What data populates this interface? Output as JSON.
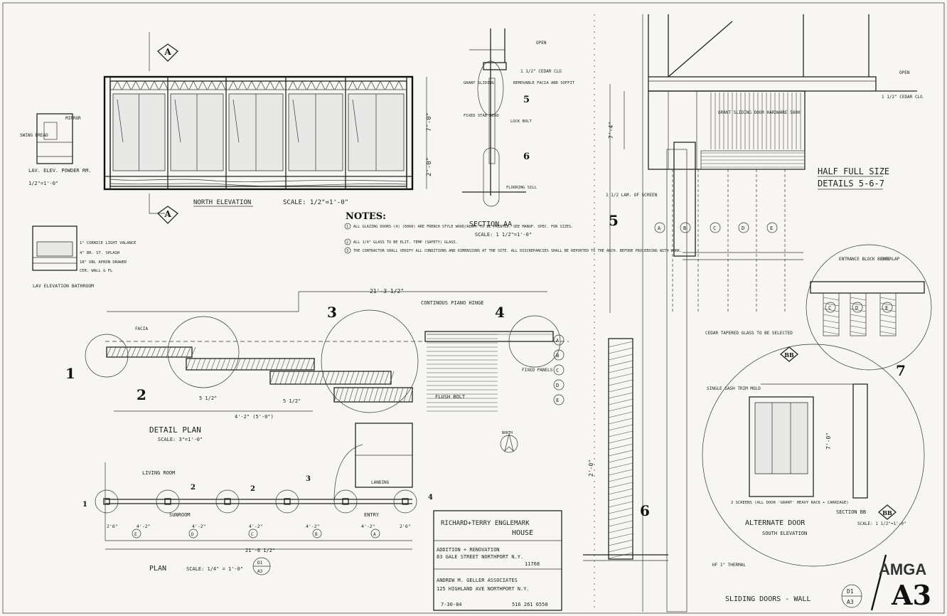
{
  "notes": {
    "heading": "NOTES:",
    "items": [
      "ALL GLAZING DOORS (4) (6060) ARE FRENCH STYLE WOOD/ALUM. TO BE PAINTED. SEE MANUF. SPEC. FOR SIZES.",
      "ALL 1/4\" GLASS TO BE ELIT. TEMP (SAFETY) GLASS.",
      "THE CONTRACTOR SHALL VERIFY ALL CONDITIONS AND DIMENSIONS AT THE SITE. ALL DISCREPANCIES SHALL BE REPORTED TO THE ARCH. BEFORE PROCEEDING WITH WORK."
    ]
  },
  "north_elevation": {
    "title": "NORTH ELEVATION",
    "scale": "SCALE: 1/2\"=1'-0\"",
    "marker": "A",
    "height_dim": "7'-0\"",
    "sill_dim": "2'-0\""
  },
  "powder_room": {
    "title": "LAV. ELEV. POWDER RM.",
    "scale": "1/2\"=1'-0\"",
    "labels": [
      "MIRROR",
      "SWING BREAD"
    ]
  },
  "bathroom": {
    "title": "LAV ELEVATION BATHROOM",
    "labels": [
      "1\" CORNICE LIGHT VALANCE",
      "4\" BR. ST. SPLASH",
      "18\" DBL APRON DRAWER",
      "CER. WALL & FL"
    ]
  },
  "section_aa": {
    "title": "SECTION AA",
    "scale": "SCALE: 1 1/2\"=1'-0\"",
    "callouts": [
      "5",
      "6"
    ],
    "labels": [
      "OPEN",
      "1 1/2\" CEDAR CLG",
      "REMOVABLE FACIA AND SOFFIT",
      "GRANT SLIDING",
      "FIXED STAB BEAD",
      "LOCK BOLT",
      "FLOORING SILL"
    ]
  },
  "half_full_size": {
    "title": "HALF FULL SIZE",
    "subtitle": "DETAILS 5-6-7",
    "callouts": [
      "5",
      "6",
      "7"
    ],
    "grid_letters": [
      "A",
      "B",
      "C",
      "D",
      "E"
    ],
    "labels": [
      "GRANT SLIDING DOOR HARDWARE 5800",
      "OPEN",
      "1 1/2\" CEDAR CLG",
      "CEDAR TAPERED GLASS TO BE SELECTED",
      "SINGLE SASH TRIM MOLD",
      "ENTRANCE BLOCK BEVEL",
      "OVERLAP",
      "HF 1\" THERMAL",
      "1 1/2 LAM. OF SCREEN"
    ],
    "height_dim": "7'-4\"",
    "bottom_dim": "2'-0\""
  },
  "detail_plan": {
    "title": "DETAIL PLAN",
    "scale": "SCALE: 3\"=1'-0\"",
    "overall_dim": "21'-3 1/2\"",
    "callouts": [
      "1",
      "2",
      "3",
      "4"
    ],
    "labels": [
      "CONTINOUS PIANO HINGE",
      "FLUSH BOLT",
      "FACIA",
      "FIXED PANELS"
    ],
    "grid_letters": [
      "A",
      "B",
      "C",
      "D",
      "E"
    ],
    "dims": [
      "4'-2\" (5'-0\")",
      "5 1/2\"",
      "5 1/2\""
    ]
  },
  "plan": {
    "title": "PLAN",
    "scale": "SCALE: 1/4\" = 1'-0\"",
    "overall_dim": "21'-6 1/2\"",
    "rooms": [
      "LIVING ROOM",
      "SUNROOM",
      "ENTRY",
      "LANDING"
    ],
    "callouts": [
      "1",
      "2",
      "2",
      "3",
      "4"
    ],
    "dims": [
      "2'6\"",
      "4'-2\"",
      "4'-2\"",
      "4'-2\"",
      "4'-2\"",
      "4'-2\"",
      "2'6\""
    ],
    "grid_letters": [
      "E",
      "D",
      "C",
      "B",
      "A"
    ]
  },
  "alternate_door": {
    "title": "ALTERNATE DOOR",
    "subtitle": "SOUTH ELEVATION",
    "marker": "BB",
    "section_title": "SECTION BB",
    "section_scale": "SCALE: 1 1/2\"=1'-0\"",
    "height_dim": "7'-0\"",
    "note": "2 SCREENS (ALL DOOR 'GRANT' HEAVY RACK + CARRIAGE)"
  },
  "title_block": {
    "client": "RICHARD+TERRY ENGLEMARK",
    "project": "HOUSE",
    "desc": "ADDITION + RENOVATION",
    "address": "83 GALE STREET NORTHPORT N.Y.",
    "zip": "11768",
    "architect": "ANDREW M. GELLER ASSOCIATES",
    "arch_address": "125 HIGHLAND AVE NORTHPORT N.Y.",
    "date": "7-30-84",
    "phone": "516 261 6550"
  },
  "sheet": {
    "logo": "AMGA",
    "number": "A3",
    "caption": "SLIDING DOORS - WALL",
    "ref_top": "D1",
    "ref_bottom": "A3",
    "plan_ref_top": "D1",
    "plan_ref_bottom": "A3",
    "north": "NORTH"
  }
}
